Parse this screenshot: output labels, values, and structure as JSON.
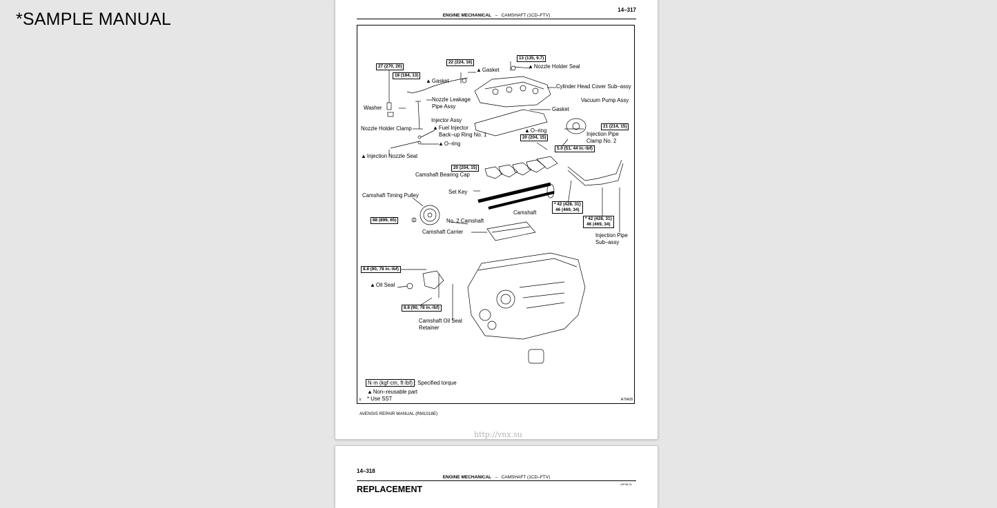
{
  "sample_label": "*SAMPLE MANUAL",
  "page1": {
    "page_number": "14–317",
    "section": "ENGINE MECHANICAL",
    "dash": "–",
    "subsection": "CAMSHAFT (1CD–FTV)",
    "figure_id": "A79428",
    "y_mark": "Y",
    "footer": "AVENSIS REPAIR MANUAL   (RM1018E)",
    "watermark": "http://vnx.su",
    "labels": {
      "nozzle_holder_seal": "Nozzle Holder Seal",
      "gasket_top": "Gasket",
      "gasket_left": "Gasket",
      "cylinder_head_cover": "Cylinder Head Cover Sub–assy",
      "nozzle_leakage_pipe_1": "Nozzle Leakage",
      "nozzle_leakage_pipe_2": "Pipe Assy",
      "gasket_mid": "Gasket",
      "vacuum_pump": "Vacuum Pump Assy",
      "washer": "Washer",
      "injector_assy": "Injector Assy",
      "nozzle_holder_clamp": "Nozzle Holder Clamp",
      "fuel_injector_1": "Fuel Injector",
      "fuel_injector_2": "Back–up Ring No. 1",
      "o_ring_right": "O–ring",
      "injection_pipe_clamp_1": "Injection Pipe",
      "injection_pipe_clamp_2": "Clamp No. 2",
      "o_ring_left": "O–ring",
      "injection_nozzle_seat": "Injection Nozzle Seat",
      "camshaft_bearing_cap": "Camshaft Bearing Cap",
      "set_key": "Set Key",
      "camshaft_timing_pulley": "Camshaft Timing Pulley",
      "camshaft": "Camshaft",
      "no2_camshaft": "No. 2 Camshaft",
      "camshaft_carrier": "Camshaft Carrier",
      "injection_pipe_sub_1": "Injection Pipe",
      "injection_pipe_sub_2": "Sub–assy",
      "oil_seal": "Oil Seal",
      "camshaft_oil_seal_1": "Camshaft Oil Seal",
      "camshaft_oil_seal_2": "Retainer"
    },
    "torques": {
      "t27": "27 (270, 20)",
      "t18": "18 (184, 13)",
      "t22": "22 (224, 16)",
      "t13": "13 (135, 9.7)",
      "t21": "21 (214, 15)",
      "t20a": "20 (204, 15)",
      "t5": "5.0 (51, 44 in.·lbf)",
      "t20b": "20 (204, 15)",
      "t42a_1": "* 42 (428, 31)",
      "t42a_2": "46 (469, 34)",
      "t42b_1": "* 42 (428, 31)",
      "t42b_2": "46 (469, 34)",
      "t88": "88 (899, 65)",
      "t8a": "8.8 (90, 78 in.·lbf)",
      "t8b": "8.8 (90, 78 in.·lbf)"
    },
    "legend": {
      "unit_box": "N·m (kgf·cm, ft·lbf)",
      "unit_text": ": Specified torque",
      "non_reusable": "Non–reusable part",
      "use_sst": "* Use SST"
    }
  },
  "page2": {
    "page_number": "14–318",
    "section": "ENGINE MECHANICAL",
    "dash": "–",
    "subsection": "CAMSHAFT (1CD–FTV)",
    "ref": "10F08-01",
    "title": "REPLACEMENT"
  },
  "colors": {
    "background": "#e6e6e6",
    "page": "#ffffff",
    "ink": "#000000",
    "watermark": "#b4b4b4"
  }
}
